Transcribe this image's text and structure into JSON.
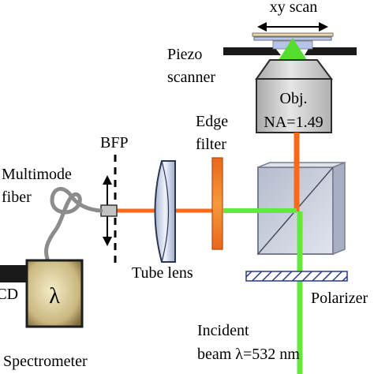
{
  "labels": {
    "xy_scan": "xy scan",
    "piezo_line1": "Piezo",
    "piezo_line2": "scanner",
    "obj_line1": "Obj.",
    "obj_line2": "NA=1.49",
    "edge_line1": "Edge",
    "edge_line2": "filter",
    "bfp": "BFP",
    "multimode_line1": "Multimode",
    "multimode_line2": "fiber",
    "tube_lens": "Tube lens",
    "ccd": "CCD",
    "lambda": "λ",
    "polarizer": "Polarizer",
    "spectrometer": "Spectrometer",
    "incident_line1": "Incident",
    "incident_line2": "beam λ=532 nm"
  },
  "colors": {
    "emission_beam": "#ff6a1a",
    "excitation_beam": "#66e83a",
    "edge_filter": "#f47d20",
    "objective_fill": "#d8d8d8",
    "cube_fill": "#c8ccda",
    "spectrometer_fill": "#d8c89a",
    "lens_fill": "#c9d2e6",
    "fiber": "#8c8c8c"
  }
}
